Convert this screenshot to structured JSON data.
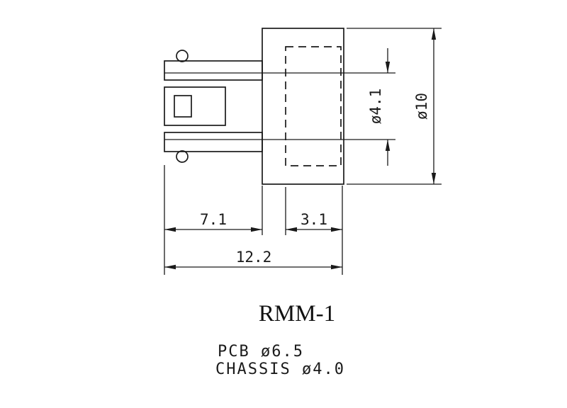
{
  "drawing": {
    "title": "RMM-1",
    "dimensions": {
      "inner_diameter": "ø4.1",
      "outer_diameter": "ø10",
      "pin_length": "7.1",
      "bore_depth": "3.1",
      "overall_length": "12.2"
    },
    "notes": {
      "pcb": "PCB ø6.5",
      "chassis": "CHASSIS ø4.0"
    },
    "colors": {
      "line": "#1a1a1a",
      "background": "#ffffff"
    }
  }
}
